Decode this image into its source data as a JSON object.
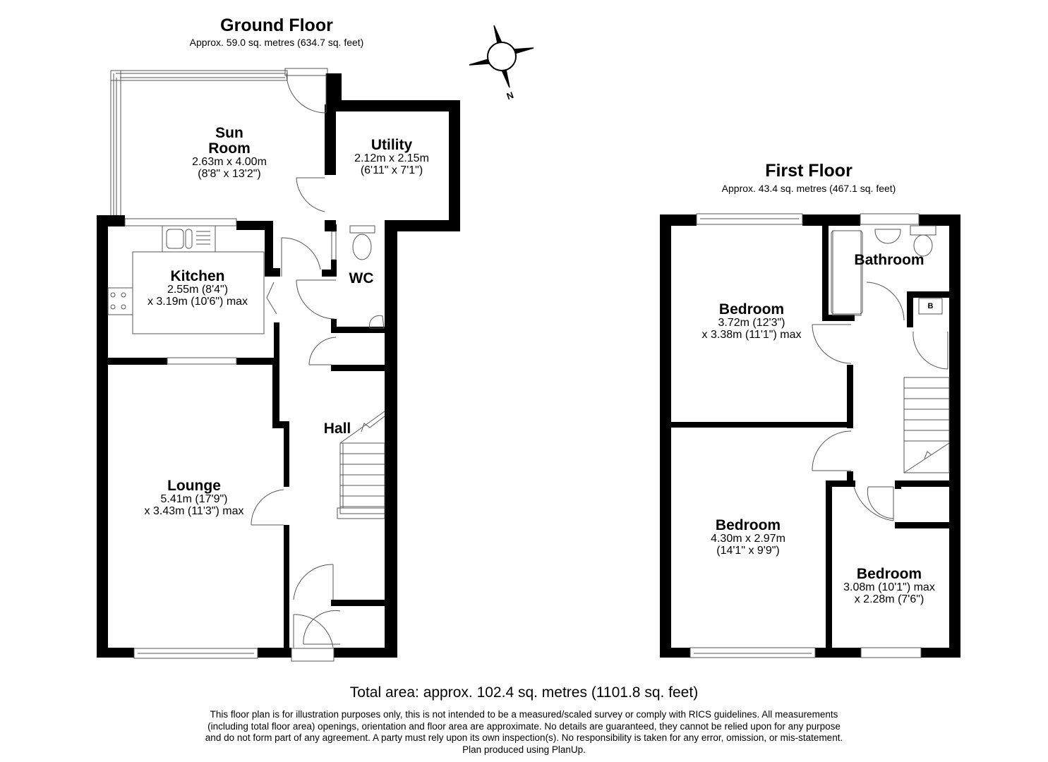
{
  "ground_floor": {
    "title": "Ground Floor",
    "area": "Approx. 59.0 sq. metres (634.7 sq. feet)",
    "rooms": [
      {
        "name": "Sun Room",
        "line1": "Sun",
        "line2": "Room",
        "dim1": "2.63m x 4.00m",
        "dim2": "(8'8\" x 13'2\")"
      },
      {
        "name": "Utility",
        "dim1": "2.12m x 2.15m",
        "dim2": "(6'11\" x 7'1\")"
      },
      {
        "name": "Kitchen",
        "dim1": "2.55m (8'4\")",
        "dim2": "x 3.19m (10'6\") max"
      },
      {
        "name": "WC"
      },
      {
        "name": "Hall"
      },
      {
        "name": "Lounge",
        "dim1": "5.41m (17'9\")",
        "dim2": "x 3.43m (11'3\") max"
      }
    ]
  },
  "first_floor": {
    "title": "First Floor",
    "area": "Approx. 43.4 sq. metres (467.1 sq. feet)",
    "rooms": [
      {
        "name": "Bathroom"
      },
      {
        "name": "Bedroom",
        "dim1": "3.72m (12'3\")",
        "dim2": "x 3.38m (11'1\") max"
      },
      {
        "name": "Bedroom",
        "dim1": "4.30m x 2.97m",
        "dim2": "(14'1\" x 9'9\")"
      },
      {
        "name": "Bedroom",
        "dim1": "3.08m (10'1\") max",
        "dim2": "x 2.28m (7'6\")"
      }
    ],
    "boiler_label": "B"
  },
  "compass": {
    "north_label": "N"
  },
  "total_area": "Total area: approx. 102.4 sq. metres (1101.8 sq. feet)",
  "disclaimer": [
    "This floor plan is for illustration purposes only, this is not intended to be a measured/scaled survey or comply with RICS guidelines. All measurements",
    "(including total floor area) openings, orientation and floor area are approximate. No details are guaranteed, they cannot be relied upon for any purpose",
    "and do not form part of any agreement. A party must rely upon its own inspection(s). No responsibility is taken for any error, omission, or mis-statement.",
    "Plan produced using PlanUp."
  ],
  "colors": {
    "wall": "#000000",
    "background": "#ffffff",
    "fixture_line": "#555555"
  }
}
